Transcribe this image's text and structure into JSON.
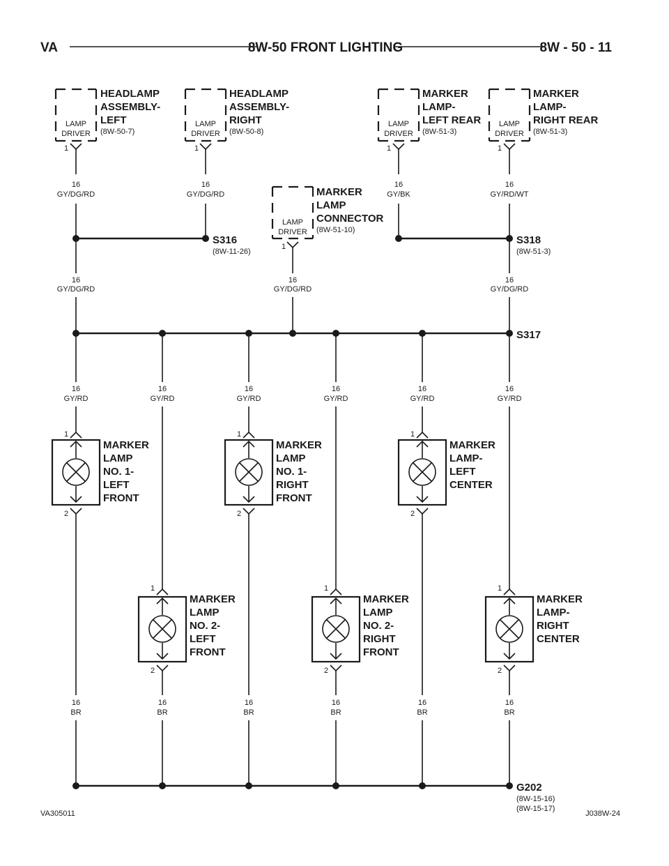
{
  "header": {
    "left": "VA",
    "center": "8W-50 FRONT LIGHTING",
    "right": "8W - 50 - 11"
  },
  "footer": {
    "left": "VA305011",
    "right": "J038W-24"
  },
  "drivers": [
    {
      "label": "LAMP DRIVER",
      "title": [
        "HEADLAMP",
        "ASSEMBLY-",
        "LEFT"
      ],
      "ref": "(8W-50-7)",
      "pin": "1",
      "wire_gauge": "16",
      "wire_color": "GY/DG/RD"
    },
    {
      "label": "LAMP DRIVER",
      "title": [
        "HEADLAMP",
        "ASSEMBLY-",
        "RIGHT"
      ],
      "ref": "(8W-50-8)",
      "pin": "1",
      "wire_gauge": "16",
      "wire_color": "GY/DG/RD"
    },
    {
      "label": "LAMP DRIVER",
      "title": [
        "MARKER",
        "LAMP-",
        "LEFT REAR"
      ],
      "ref": "(8W-51-3)",
      "pin": "1",
      "wire_gauge": "16",
      "wire_color": "GY/BK"
    },
    {
      "label": "LAMP DRIVER",
      "title": [
        "MARKER",
        "LAMP-",
        "RIGHT REAR"
      ],
      "ref": "(8W-51-3)",
      "pin": "1",
      "wire_gauge": "16",
      "wire_color": "GY/RD/WT"
    },
    {
      "label": "LAMP DRIVER",
      "title": [
        "MARKER",
        "LAMP",
        "CONNECTOR"
      ],
      "ref": "(8W-51-10)",
      "pin": "1",
      "wire_gauge": "16",
      "wire_color": "GY/DG/RD"
    }
  ],
  "splices": {
    "s316": {
      "name": "S316",
      "ref": "(8W-11-26)"
    },
    "s318": {
      "name": "S318",
      "ref": "(8W-51-3)"
    },
    "s317": {
      "name": "S317"
    },
    "g202": {
      "name": "G202",
      "refs": [
        "(8W-15-16)",
        "(8W-15-17)"
      ]
    }
  },
  "mid_wires": [
    {
      "gauge": "16",
      "color": "GY/DG/RD"
    },
    {
      "gauge": "16",
      "color": "GY/DG/RD"
    }
  ],
  "lamps": [
    {
      "title": [
        "MARKER",
        "LAMP",
        "NO. 1-",
        "LEFT",
        "FRONT"
      ],
      "pin_top": "1",
      "pin_bottom": "2",
      "in_gauge": "16",
      "in_color": "GY/RD",
      "out_gauge": "16",
      "out_color": "BR"
    },
    {
      "title": [
        "MARKER",
        "LAMP",
        "NO. 2-",
        "LEFT",
        "FRONT"
      ],
      "pin_top": "1",
      "pin_bottom": "2",
      "in_gauge": "16",
      "in_color": "GY/RD",
      "out_gauge": "16",
      "out_color": "BR"
    },
    {
      "title": [
        "MARKER",
        "LAMP",
        "NO. 1-",
        "RIGHT",
        "FRONT"
      ],
      "pin_top": "1",
      "pin_bottom": "2",
      "in_gauge": "16",
      "in_color": "GY/RD",
      "out_gauge": "16",
      "out_color": "BR"
    },
    {
      "title": [
        "MARKER",
        "LAMP",
        "NO. 2-",
        "RIGHT",
        "FRONT"
      ],
      "pin_top": "1",
      "pin_bottom": "2",
      "in_gauge": "16",
      "in_color": "GY/RD",
      "out_gauge": "16",
      "out_color": "BR"
    },
    {
      "title": [
        "MARKER",
        "LAMP-",
        "LEFT",
        "CENTER"
      ],
      "pin_top": "1",
      "pin_bottom": "2",
      "in_gauge": "16",
      "in_color": "GY/RD",
      "out_gauge": "16",
      "out_color": "BR"
    },
    {
      "title": [
        "MARKER",
        "LAMP-",
        "RIGHT",
        "CENTER"
      ],
      "pin_top": "1",
      "pin_bottom": "2",
      "in_gauge": "16",
      "in_color": "GY/RD",
      "out_gauge": "16",
      "out_color": "BR"
    }
  ]
}
